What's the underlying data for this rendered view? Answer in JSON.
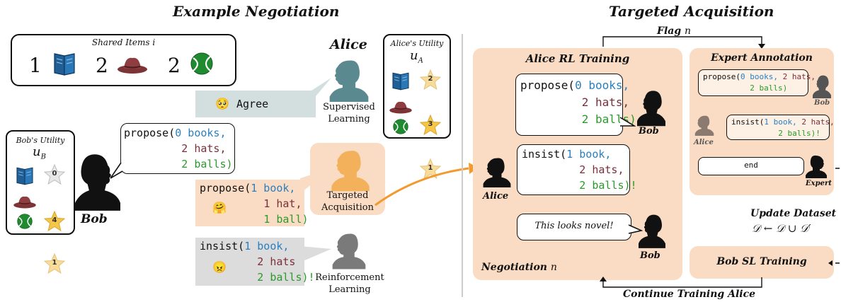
{
  "left_title": "Example Negotiation",
  "right_title": "Targeted Acquisition",
  "shared_items": {
    "label": "Shared Items",
    "symbol": "i",
    "counts": [
      "1",
      "2",
      "2"
    ],
    "icons": [
      "book-icon",
      "hat-icon",
      "ball-icon"
    ]
  },
  "alice": {
    "name": "Alice",
    "utility_label": "Alice's Utility",
    "utility_symbol": "u",
    "utility_sub": "A",
    "values": [
      "2",
      "3",
      "1"
    ]
  },
  "bob": {
    "name": "Bob",
    "utility_label": "Bob's Utility",
    "utility_symbol": "u",
    "utility_sub": "B",
    "values": [
      "0",
      "4",
      "1"
    ],
    "proposal": {
      "verb": "propose(",
      "n1": "0",
      "t1": " books,",
      "n2": "2",
      "t2": " hats,",
      "n3": "2",
      "t3": " balls)"
    }
  },
  "methods": {
    "supervised": {
      "line1": "Supervised",
      "line2": "Learning",
      "response": "Agree"
    },
    "targeted": {
      "line1": "Targeted",
      "line2": "Acquisition",
      "proposal": {
        "verb": "propose(",
        "n1": "1",
        "t1": " book,",
        "n2": "1",
        "t2": " hat,",
        "n3": "1",
        "t3": " ball)"
      }
    },
    "reinforcement": {
      "line1": "Reinforcement",
      "line2": "Learning",
      "proposal": {
        "verb": "insist(",
        "n1": "1",
        "t1": " book,",
        "n2": "2",
        "t2": " hats",
        "n3": "2",
        "t3": " balls)!"
      }
    }
  },
  "right": {
    "flag_label": "Flag",
    "flag_symbol": "n",
    "alice_rl_title": "Alice RL Training",
    "expert_title": "Expert Annotation",
    "negotiation_label": "Negotiation",
    "negotiation_symbol": "n",
    "bob_proposal": {
      "verb": "propose(",
      "n1": "0",
      "t1": " books,",
      "n2": "2",
      "t2": " hats,",
      "n3": "2",
      "t3": " balls)"
    },
    "alice_insist": {
      "verb": "insist(",
      "n1": "1",
      "t1": " book,",
      "n2": "2",
      "t2": " hats,",
      "n3": "2",
      "t3": " balls)!"
    },
    "bob_novel": "This looks novel!",
    "bob_label": "Bob",
    "alice_label": "Alice",
    "expert_label": "Expert",
    "expert_end": "end",
    "update_title": "Update Dataset",
    "update_formula": "𝒟 ← 𝒟 ∪ 𝒟′",
    "bob_sl_title": "Bob SL Training",
    "continue_label": "Continue Training Alice"
  },
  "colors": {
    "peach": "#f9dcc3",
    "teal": "#5a8a90",
    "orange": "#f4b15c",
    "gray": "#7a7a7a",
    "blue": "#2a7fc0",
    "maroon": "#7a2f3b",
    "green": "#2a9a2a",
    "arrow_orange": "#f29a2e"
  }
}
